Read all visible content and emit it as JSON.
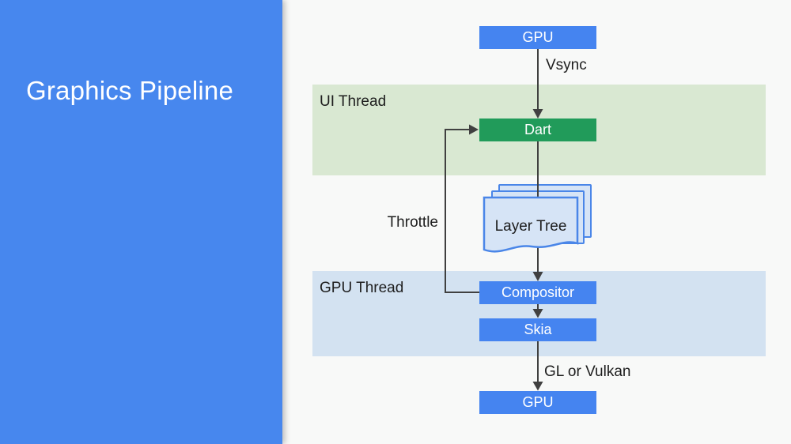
{
  "slide": {
    "title": "Graphics Pipeline"
  },
  "colors": {
    "sidebar": "#4787ee",
    "box_blue": "#4584f0",
    "box_green": "#219b5a",
    "band_green": "#d9e8d2",
    "band_blue": "#d3e2f1",
    "doc_fill": "#d6e4f6",
    "doc_border": "#4a86e8",
    "line": "#404040",
    "background": "#f8f9f8"
  },
  "diagram": {
    "bands": {
      "ui": {
        "label": "UI Thread"
      },
      "gpu": {
        "label": "GPU Thread"
      }
    },
    "nodes": {
      "gpu_top": {
        "label": "GPU"
      },
      "dart": {
        "label": "Dart"
      },
      "layer_tree": {
        "label": "Layer Tree"
      },
      "compositor": {
        "label": "Compositor"
      },
      "skia": {
        "label": "Skia"
      },
      "gpu_bottom": {
        "label": "GPU"
      }
    },
    "edges": {
      "vsync": {
        "label": "Vsync"
      },
      "throttle": {
        "label": "Throttle"
      },
      "gl_or_vulkan": {
        "label": "GL or Vulkan"
      }
    }
  }
}
